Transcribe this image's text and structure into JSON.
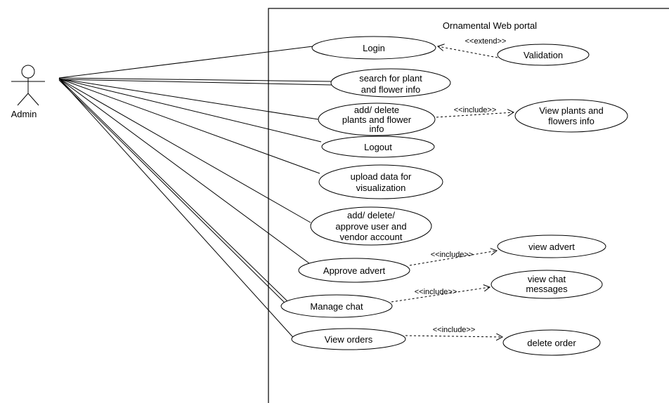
{
  "system": {
    "title": "Ornamental Web portal"
  },
  "actor": {
    "name": "Admin"
  },
  "use_cases": {
    "login": [
      "Login"
    ],
    "search": [
      "search for plant",
      "and flower info"
    ],
    "add_delete_plants": [
      "add/ delete",
      "plants and flower",
      "info"
    ],
    "logout": [
      "Logout"
    ],
    "upload": [
      "upload data for",
      "visualization"
    ],
    "manage_accounts": [
      "add/ delete/",
      "approve user and",
      "vendor account"
    ],
    "approve_advert": [
      "Approve advert"
    ],
    "manage_chat": [
      "Manage chat"
    ],
    "view_orders": [
      "View orders"
    ],
    "validation": [
      "Validation"
    ],
    "view_plants": [
      "View plants and",
      "flowers info"
    ],
    "view_advert": [
      "view advert"
    ],
    "view_chat": [
      "view chat",
      "messages"
    ],
    "delete_order": [
      "delete order"
    ]
  },
  "relations": {
    "extend": "<<extend>>",
    "include": "<<include>>"
  }
}
